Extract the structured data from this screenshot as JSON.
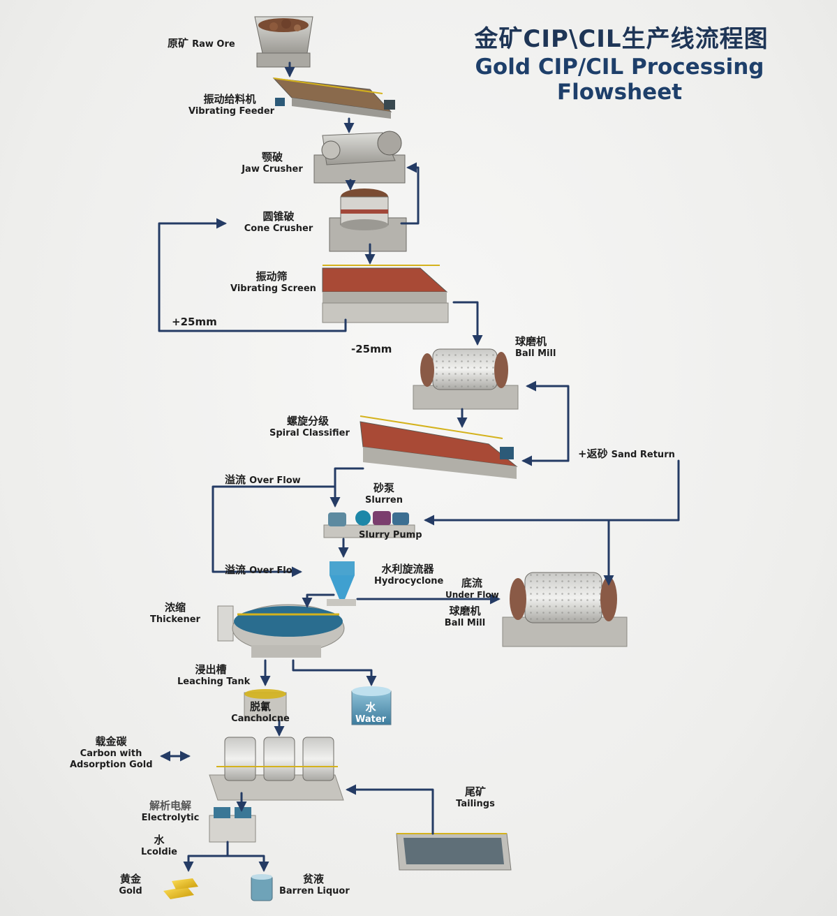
{
  "title": {
    "zh": "金矿CIP\\CIL生产线流程图",
    "en": "Gold CIP/CIL Processing Flowsheet"
  },
  "colors": {
    "arrow": "#243b64",
    "title": "#1e3556",
    "equipment": "#b9b7b1",
    "rail": "#d4b21c",
    "slurry": "#2a6d8f"
  },
  "nodes": {
    "raw_ore": {
      "zh": "原矿",
      "en": "Raw Ore"
    },
    "vibrating_feeder": {
      "zh": "振动给料机",
      "en": "Vibrating Feeder"
    },
    "jaw_crusher": {
      "zh": "颚破",
      "en": "Jaw Crusher"
    },
    "cone_crusher": {
      "zh": "圆锥破",
      "en": "Cone Crusher"
    },
    "vibrating_screen": {
      "zh": "振动筛",
      "en": "Vibrating Screen"
    },
    "ball_mill_1": {
      "zh": "球磨机",
      "en": "Ball Mill"
    },
    "spiral_classifier": {
      "zh": "螺旋分级",
      "en": "Spiral Classifier"
    },
    "slurry_pump": {
      "zh": "砂泵",
      "en": "Slurry Pump",
      "extra": "Slurren"
    },
    "hydrocyclone": {
      "zh": "水利旋流器",
      "en": "Hydrocyclone"
    },
    "ball_mill_2": {
      "zh": "球磨机",
      "en": "Ball Mill"
    },
    "thickener": {
      "zh": "浓缩",
      "en": "Thickener"
    },
    "leaching_tank": {
      "zh": "浸出槽",
      "en": "Leaching Tank"
    },
    "cancholcne": {
      "zh": "脱氰",
      "en": "Cancholcne"
    },
    "water": {
      "zh": "水",
      "en": "Water"
    },
    "carbon": {
      "zh": "载金碳",
      "en": "Carbon with",
      "en2": "Adsorption Gold"
    },
    "electrolytic": {
      "zh": "解析电解",
      "en": "Electrolytic"
    },
    "lcoldie": {
      "zh": "水",
      "en": "Lcoldie"
    },
    "tailings": {
      "zh": "尾矿",
      "en": "Tailings"
    },
    "gold": {
      "zh": "黄金",
      "en": "Gold"
    },
    "barren_liquor": {
      "zh": "贫液",
      "en": "Barren Liquor"
    }
  },
  "flow_labels": {
    "plus25": "+25mm",
    "minus25": "-25mm",
    "sand_return": {
      "zh": "+返砂",
      "en": "Sand Return"
    },
    "overflow_1": {
      "zh": "溢流",
      "en": "Over Flow"
    },
    "overflow_2": {
      "zh": "溢流",
      "en": "Over Flo"
    },
    "underflow": {
      "zh": "底流",
      "en": "Under Flow"
    }
  }
}
